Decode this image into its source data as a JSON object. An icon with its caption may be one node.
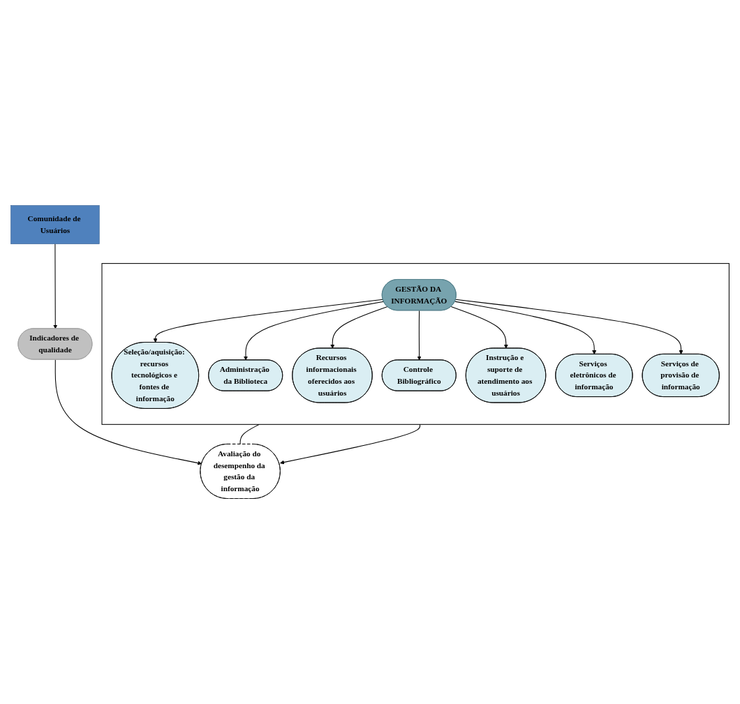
{
  "diagram": {
    "nodes": [
      {
        "text": [],
        "shape": "box"
      },
      {
        "text": [
          "Seleção/aquisição: recursos tecnológicos e fontes de informação"
        ],
        "in": 0
      },
      {
        "text": [
          "Administração da Biblioteca"
        ],
        "in": 0
      },
      {
        "text": [
          "Recursos informacionais oferecidos aos usuários"
        ],
        "in": 0
      },
      {
        "text": [
          "GESTÃO DA INFORMAÇÃO"
        ],
        "in": 0
      },
      {
        "text": [
          "Controle Bibliográfico"
        ],
        "in": 0
      },
      {
        "text": [
          "Instrução e suporte de atendimento aos usuários"
        ],
        "in": 0
      },
      {
        "text": [
          "Serviços eletrônicos de informação"
        ],
        "in": 0
      },
      {
        "text": [
          "Serviços de provisão de informação"
        ],
        "in": 0
      },
      {
        "text": [
          "Avaliação do desempenho da gestão da informação"
        ]
      },
      {
        "text": [
          "Indicadores de qualidade"
        ]
      },
      {
        "text": [
          "Comunidade de Usuários"
        ]
      }
    ],
    "edges": [
      {
        "from": 4,
        "to": 1,
        "arrow": "to"
      },
      {
        "from": 4,
        "to": 2,
        "arrow": "to"
      },
      {
        "from": 4,
        "to": 3,
        "arrow": "to"
      },
      {
        "from": 4,
        "to": 5,
        "arrow": "to"
      },
      {
        "from": 4,
        "to": 6,
        "arrow": "to"
      },
      {
        "from": 4,
        "to": 7,
        "arrow": "to"
      },
      {
        "from": 4,
        "to": 8,
        "arrow": "to"
      },
      {
        "from": 0,
        "to": 9,
        "arrow": "none"
      },
      {
        "from": 0,
        "to": 9,
        "arrow": "to"
      },
      {
        "from": 10,
        "to": 9,
        "arrow": "to"
      },
      {
        "from": 11,
        "to": 10,
        "arrow": "to"
      }
    ]
  }
}
